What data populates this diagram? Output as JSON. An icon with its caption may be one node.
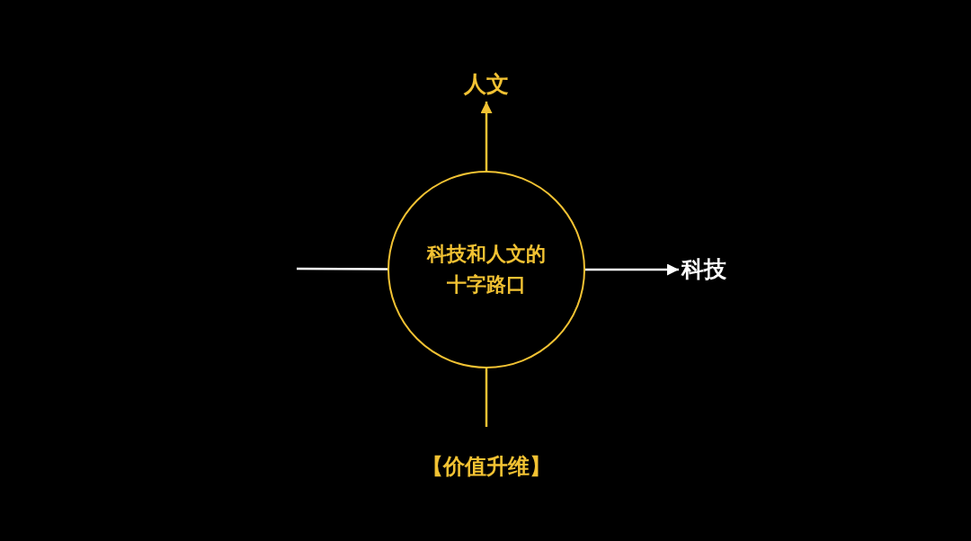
{
  "diagram": {
    "caption": "【价值升维】",
    "nodes": [
      {
        "text": [
          "科技和人文的十字路口"
        ]
      },
      {
        "text": [
          "人文"
        ]
      },
      {
        "text": [
          "科技"
        ]
      }
    ],
    "edges": [
      {
        "from": 0,
        "to": 1,
        "arrow": "to",
        "color": "#f2c233"
      },
      {
        "from": null,
        "to": 0,
        "arrow": "none",
        "color": "#ffffff"
      },
      {
        "from": 0,
        "to": 2,
        "arrow": "to",
        "color": "#ffffff"
      },
      {
        "from": 0,
        "to": null,
        "arrow": "none",
        "color": "#f2c233"
      }
    ]
  }
}
